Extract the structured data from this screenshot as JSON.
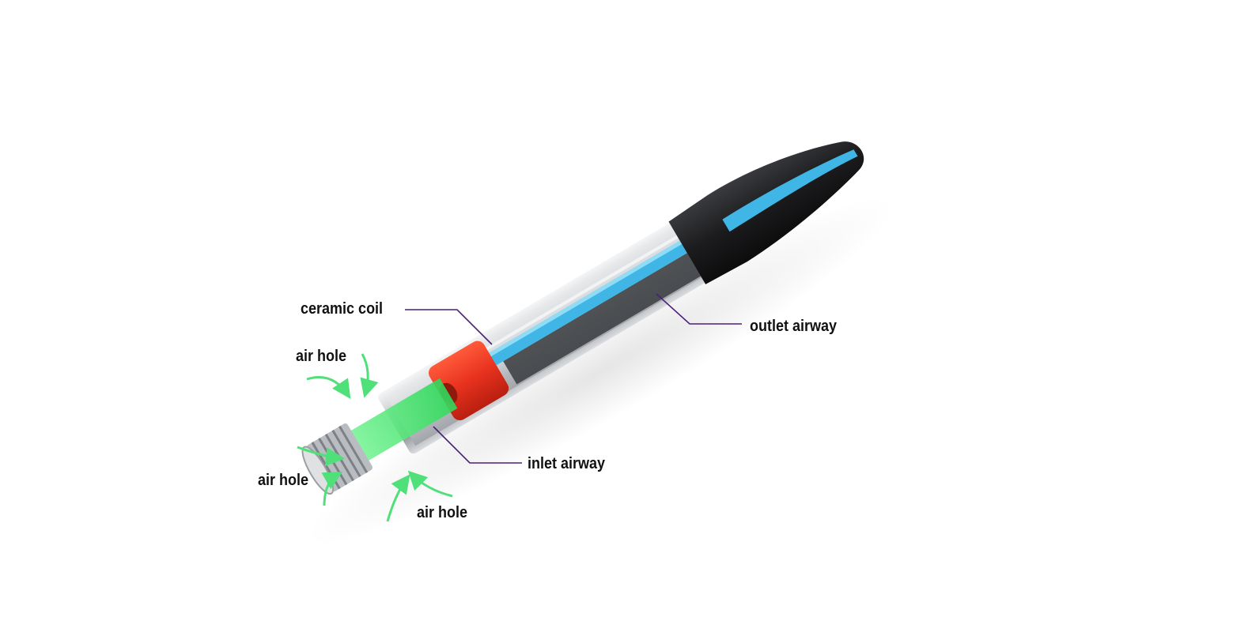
{
  "labels": {
    "ceramic_coil": "ceramic coil",
    "outlet_airway": "outlet airway",
    "inlet_airway": "inlet airway",
    "air_hole_top": "air hole",
    "air_hole_left": "air hole",
    "air_hole_bottom": "air hole"
  },
  "colors": {
    "background": "#ffffff",
    "coil": "#e8321f",
    "outlet_airway": "#3fb6e6",
    "inlet_airway": "#3ee86a",
    "air_flow_arrows": "#4fe07a",
    "mouthpiece": "#1c1c1e",
    "shell": "#c9ccd0",
    "leader_line": "#4b1f7a",
    "label_text": "#111111"
  }
}
